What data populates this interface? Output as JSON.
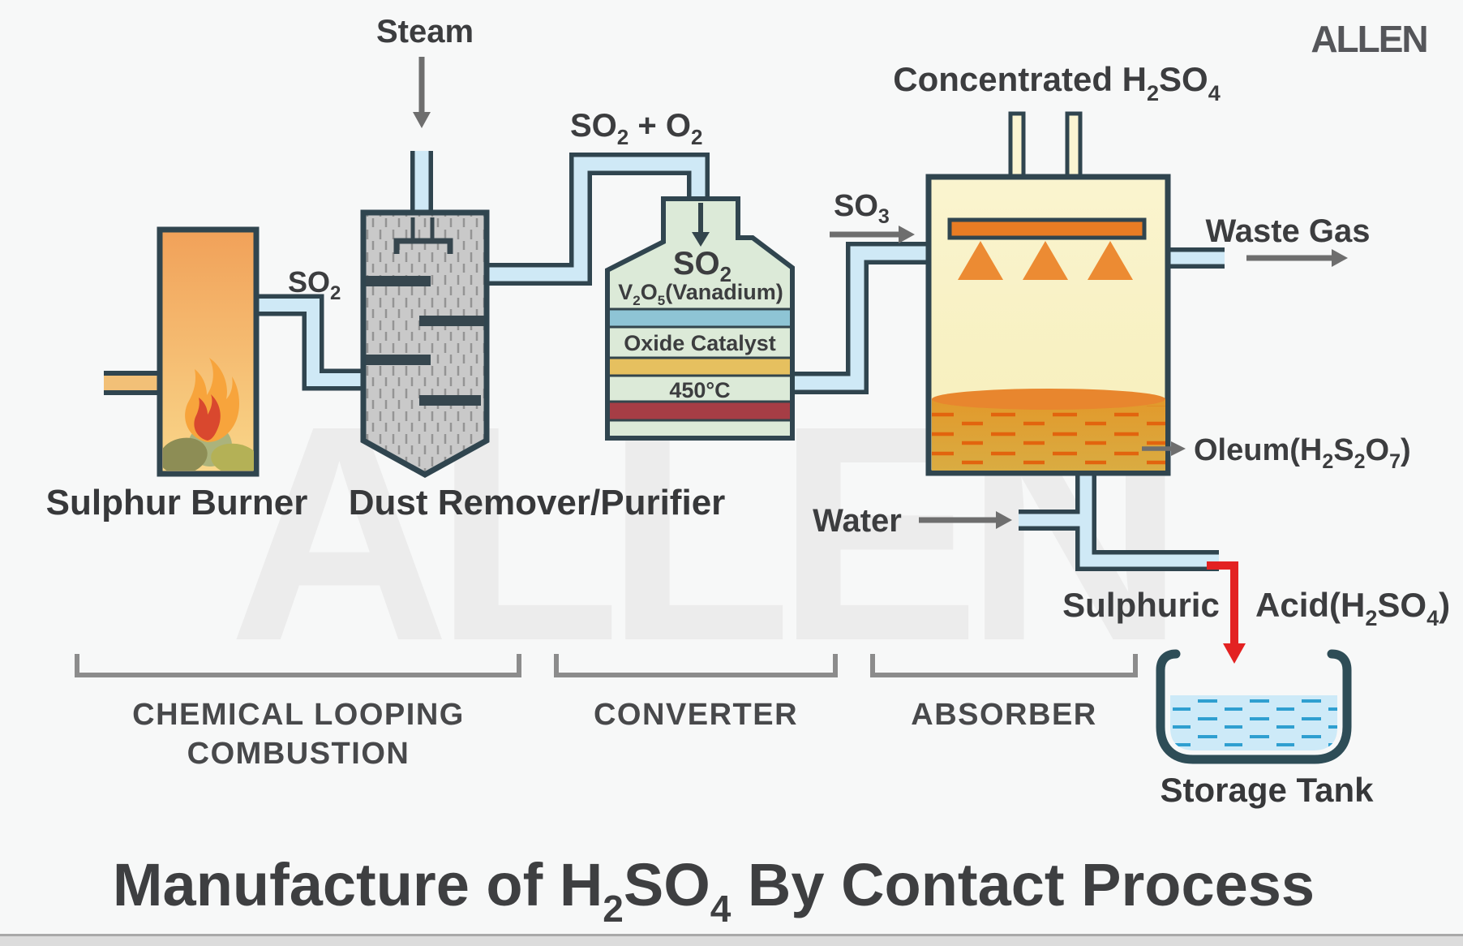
{
  "branding": {
    "logo": "ALLEN",
    "watermark": "ALLEN"
  },
  "title": {
    "p1": "Manufacture of H",
    "s1": "2",
    "p2": "SO",
    "s2": "4",
    "p3": " By Contact Process"
  },
  "stages": {
    "combustion1": "CHEMICAL LOOPING",
    "combustion2": "COMBUSTION",
    "converter": "CONVERTER",
    "absorber": "ABSORBER"
  },
  "burner": {
    "label": "Sulphur Burner",
    "so2": {
      "base": "SO",
      "sub": "2"
    }
  },
  "purifier": {
    "label": "Dust Remover/Purifier",
    "steam": "Steam"
  },
  "converter": {
    "inlet": {
      "p1": "SO",
      "s1": "2",
      "p2": " + O",
      "s2": "2"
    },
    "so2": {
      "base": "SO",
      "sub": "2"
    },
    "catalyst": {
      "p1": "V",
      "s1": "2",
      "p2": "O",
      "s2": "5",
      "p3": "(Vanadium)"
    },
    "oxide_catalyst": "Oxide Catalyst",
    "temperature": "450°C"
  },
  "absorber": {
    "so3": {
      "base": "SO",
      "sub": "3"
    },
    "concentrated": {
      "p1": "Concentrated H",
      "s1": "2",
      "p2": "SO",
      "s2": "4"
    },
    "waste_gas": "Waste Gas",
    "oleum": {
      "p1": "Oleum(H",
      "s1": "2",
      "p2": "S",
      "s2": "2",
      "p3": "O",
      "s3": "7",
      "p4": ")"
    },
    "water": "Water"
  },
  "product": {
    "sulphuric": "Sulphuric",
    "acid": {
      "p1": "Acid(H",
      "s1": "2",
      "p2": "SO",
      "s2": "4",
      "p3": ")"
    }
  },
  "tank": {
    "label": "Storage Tank"
  },
  "colors": {
    "outline": "#30454f",
    "pipe_fill": "#cfe9f6",
    "burner_top": "#f1a159",
    "burner_bottom": "#f9d78a",
    "vessel_gray": "#c9c9c9",
    "converter_green": "#dcead8",
    "catalyst_blue": "#8ec4d5",
    "catalyst_yellow": "#e6c05f",
    "catalyst_red": "#a63d45",
    "absorber_yellow": "#f9f2c3",
    "spray_orange": "#e87c24",
    "acid_amber": "#dfa32f",
    "tank_liquid": "#cdeaf8",
    "red_arrow": "#e32222",
    "arrow_gray": "#6e6e6e",
    "watermark_gray": "#ececec"
  }
}
